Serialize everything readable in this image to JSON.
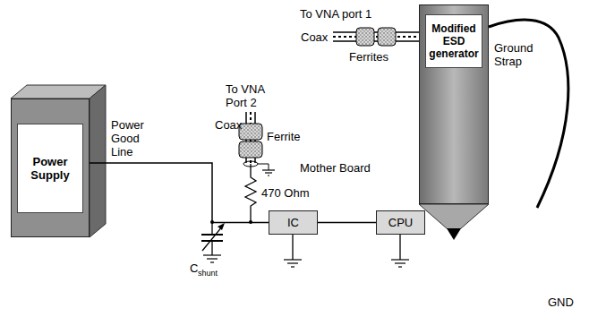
{
  "diagram": {
    "nodes": [
      {
        "text": [
          "GND"
        ]
      },
      {
        "text": [
          "Mother Board"
        ],
        "in": 0
      },
      {
        "text": [
          "IC"
        ],
        "in": 1
      },
      {
        "text": [
          "CPU"
        ],
        "in": 1
      },
      {
        "text": [
          "Power Supply"
        ]
      },
      {
        "text": [
          "Modified ESD generator"
        ]
      }
    ],
    "edges": [
      {
        "from": 2,
        "to": 3,
        "arrow": "none"
      },
      {
        "from": 4,
        "to": 2,
        "arrow": "none",
        "label": "Power Good Line"
      }
    ],
    "labels": [
      "To VNA port 1",
      "Coax",
      "Ferrites",
      "Ground Strap",
      "To VNA Port 2",
      "Coax",
      "Ferrite",
      "470 Ohm",
      "C",
      "shunt"
    ]
  }
}
